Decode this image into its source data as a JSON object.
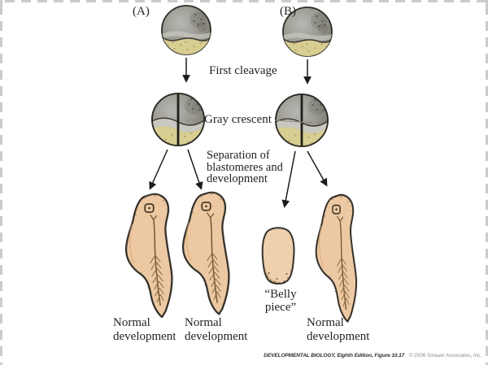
{
  "panel_a": {
    "label": "(A)"
  },
  "panel_b": {
    "label": "(B)"
  },
  "labels": {
    "first_cleavage": "First cleavage",
    "gray_crescent": "Gray crescent",
    "separation": "Separation of\nblastomeres and\ndevelopment",
    "belly_piece": "“Belly\npiece”",
    "normal_development": "Normal\ndevelopment"
  },
  "credit": {
    "source": "DEVELOPMENTAL BIOLOGY, Eighth Edition, Figure 10.17",
    "copyright": "© 2006 Sinauer Associates, Inc."
  },
  "colors": {
    "egg_gray": "#98978f",
    "egg_gray_dark": "#706f69",
    "yolk_yellow": "#d8ce92",
    "gray_crescent_band": "#c9c8c1",
    "embryo_tan": "#ecc9a2",
    "outline": "#36322c",
    "dashed_border": "#cbcbcb"
  }
}
